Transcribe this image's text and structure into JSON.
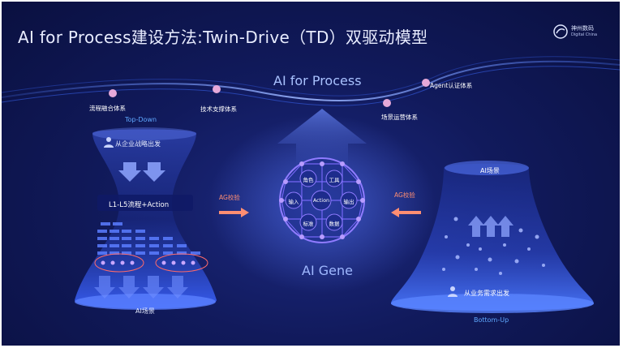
{
  "title": "AI for Process建设方法:Twin-Drive（TD）双驱动模型",
  "logo": {
    "name": "神州数码",
    "subtitle": "Digital China"
  },
  "center": {
    "title": "AI for Process",
    "gene_label": "AI Gene"
  },
  "wave_labels": [
    "流程融合体系",
    "技术支撑体系",
    "场景运营体系",
    "Agent认证体系"
  ],
  "left": {
    "direction": "Top-Down",
    "header": "从企业战略出发",
    "process_label": "L1-L5流程+Action",
    "footer": "AI场景",
    "arrow_label": "AG校验"
  },
  "right": {
    "direction": "Bottom-Up",
    "header": "AI场景",
    "footer": "从业务需求出发",
    "arrow_label": "AG校验"
  },
  "sphere_labels": [
    "角色",
    "工具",
    "输入",
    "Action",
    "输出",
    "标准",
    "数据"
  ],
  "colors": {
    "background": "#111a5c",
    "accent_blue": "#3d6bff",
    "arrow_orange": "#ff8e72",
    "node_pink": "#e6a9d9"
  },
  "icons": [
    "person-icon",
    "down-arrow-icon",
    "up-arrow-icon",
    "right-arrow-icon",
    "left-arrow-icon",
    "logo-icon"
  ]
}
